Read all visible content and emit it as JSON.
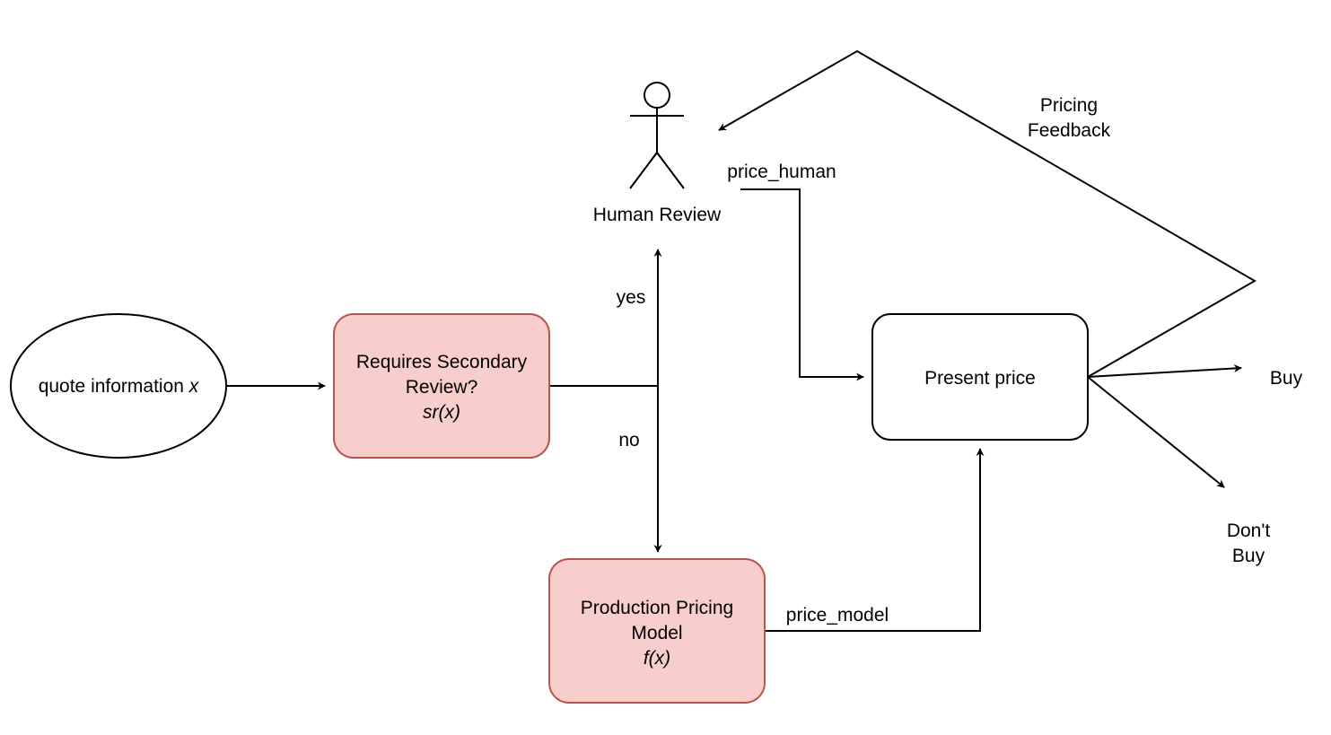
{
  "nodes": {
    "quote": {
      "label": "quote information ",
      "var": "x"
    },
    "secondary_review": {
      "line1": "Requires Secondary",
      "line2": "Review?",
      "formula": "sr(x)"
    },
    "human_review": {
      "label": "Human Review"
    },
    "production_model": {
      "line1": "Production Pricing",
      "line2": "Model",
      "formula": "f(x)"
    },
    "present_price": {
      "label": "Present price"
    },
    "buy": {
      "label": "Buy"
    },
    "dont_buy": {
      "line1": "Don't",
      "line2": "Buy"
    }
  },
  "edge_labels": {
    "yes": "yes",
    "no": "no",
    "price_human": "price_human",
    "price_model": "price_model",
    "pricing_feedback_line1": "Pricing",
    "pricing_feedback_line2": "Feedback"
  },
  "colors": {
    "model_fill": "#f8cecc",
    "model_stroke": "#b85450",
    "line": "#000000",
    "background": "#ffffff"
  }
}
